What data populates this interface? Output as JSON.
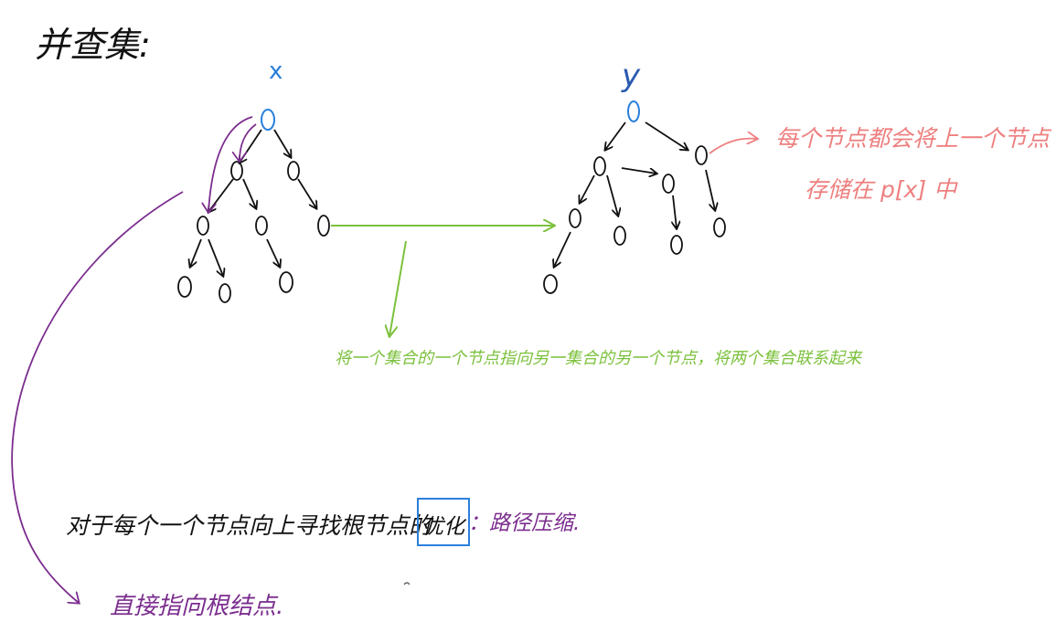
{
  "title": "并查集:",
  "tree_x_label": "x",
  "tree_y_label": "y",
  "node_symbol": "0",
  "annotation_parent_storage": [
    "每个节点都会将上一个节点",
    "存储在 p[x] 中"
  ],
  "annotation_merge": "将一个集合的一个节点指向另一集合的另一个节点，将两个集合联系起来",
  "annotation_optimize_prefix": "对于每个一个节点向上寻找根节点的",
  "annotation_optimize_boxed": "优化",
  "annotation_optimize_suffix": "：路径压缩.",
  "annotation_direct_root": "直接指向根结点.",
  "colors": {
    "ink": "#111111",
    "blue": "#2a7fdc",
    "purple": "#7b2d8e",
    "green": "#7cc13c",
    "pink": "#ee7f7f",
    "box": "#2a7fdc"
  }
}
